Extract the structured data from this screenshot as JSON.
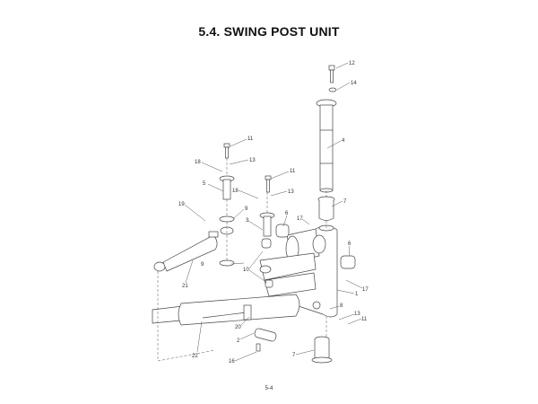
{
  "page": {
    "title": "5.4. SWING POST UNIT",
    "page_number": "5-4"
  },
  "callouts": [
    "12",
    "14",
    "4",
    "7",
    "11",
    "13",
    "18",
    "5",
    "11",
    "13",
    "18",
    "9",
    "19",
    "3",
    "6",
    "17",
    "6",
    "21",
    "10",
    "17",
    "1",
    "8",
    "13",
    "11",
    "20",
    "2",
    "22",
    "16",
    "7",
    "9"
  ]
}
